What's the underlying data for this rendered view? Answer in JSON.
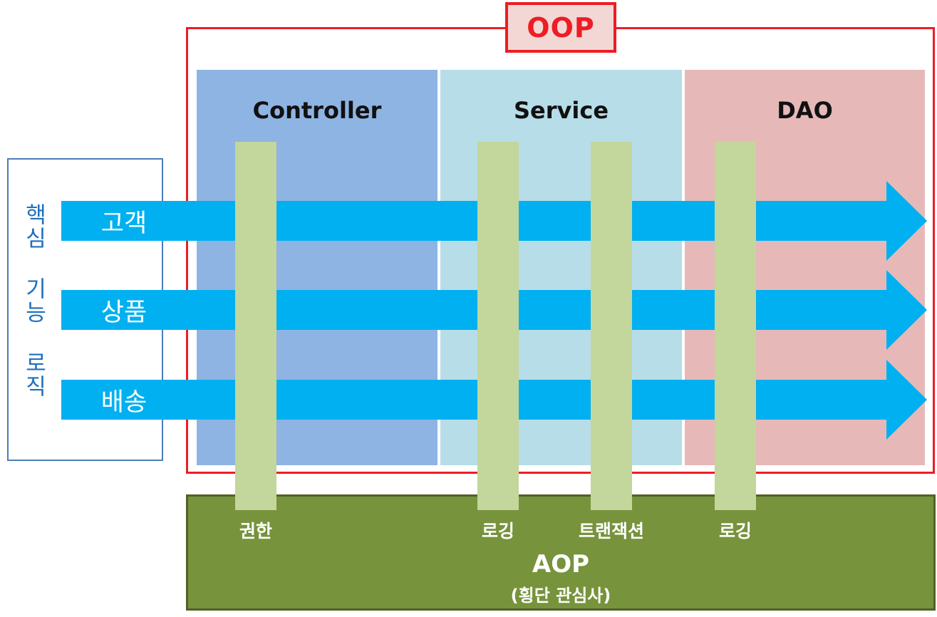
{
  "oop": {
    "label": "OOP",
    "frame_color": "#ee1c24",
    "label_bg": "#f2d7d5"
  },
  "layers": [
    {
      "name": "Controller",
      "color": "#8eb4e3"
    },
    {
      "name": "Service",
      "color": "#b7dde8"
    },
    {
      "name": "DAO",
      "color": "#e6b9b8"
    }
  ],
  "core": {
    "label": "핵심 기능 로직",
    "border_color": "#4a7ebb",
    "text_color": "#1f6fbf"
  },
  "flows": [
    {
      "label": "고객"
    },
    {
      "label": "상품"
    },
    {
      "label": "배송"
    }
  ],
  "flow_color": "#00b0f0",
  "concerns": [
    {
      "label": "권한"
    },
    {
      "label": "로깅"
    },
    {
      "label": "트랜잭션"
    },
    {
      "label": "로깅"
    }
  ],
  "concern_color": "#c3d69b",
  "aop": {
    "title": "AOP",
    "subtitle": "(횡단 관심사)",
    "color": "#77933c"
  }
}
